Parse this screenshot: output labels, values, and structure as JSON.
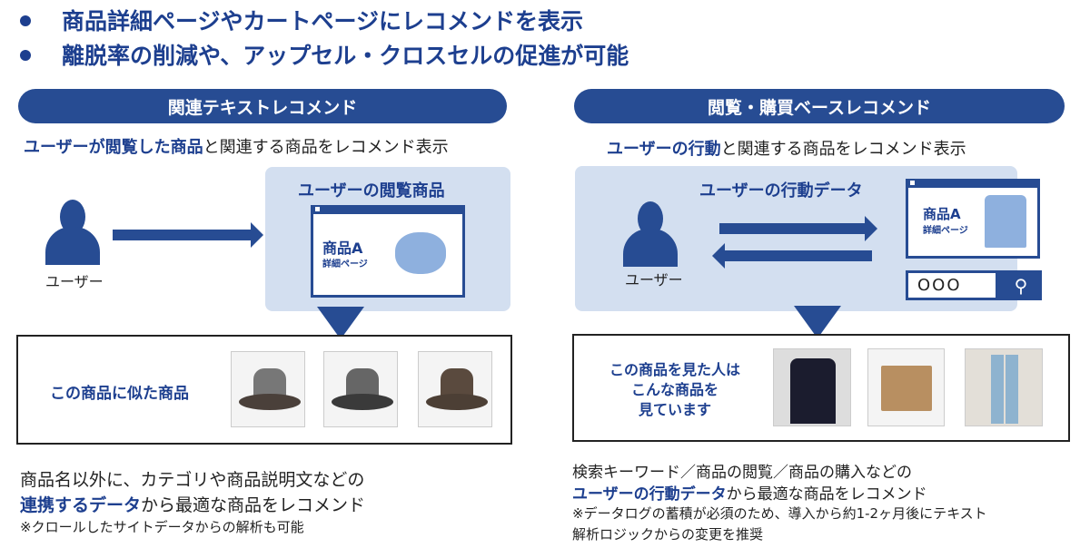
{
  "bullets": [
    "商品詳細ページやカートページにレコメンドを表示",
    "離脱率の削減や、アップセル・クロスセルの促進が可能"
  ],
  "left": {
    "pill": "関連テキストレコメンド",
    "subtitle_bold": "ユーザーが閲覧した商品",
    "subtitle_rest": "と関連する商品をレコメンド表示",
    "box_title": "ユーザーの閲覧商品",
    "product_name": "商品A",
    "product_page": "詳細ページ",
    "user_label": "ユーザー",
    "result_label": "この商品に似た商品",
    "desc_line1": "商品名以外に、カテゴリや商品説明文などの",
    "desc_bold": "連携するデータ",
    "desc_rest": "から最適な商品をレコメンド",
    "note": "※クロールしたサイトデータからの解析も可能"
  },
  "right": {
    "pill": "閲覧・購買ベースレコメンド",
    "subtitle_bold": "ユーザーの行動",
    "subtitle_rest": "と関連する商品をレコメンド表示",
    "box_title": "ユーザーの行動データ",
    "product_name": "商品A",
    "product_page": "詳細ページ",
    "user_label": "ユーザー",
    "search_value": "OOO",
    "result_line1": "この商品を見た人は",
    "result_line2": "こんな商品を",
    "result_line3": "見ています",
    "desc_line1": "検索キーワード／商品の閲覧／商品の購入などの",
    "desc_bold": "ユーザーの行動データ",
    "desc_rest": "から最適な商品をレコメンド",
    "note_line1": "※データログの蓄積が必須のため、導入から約1-2ヶ月後にテキスト",
    "note_line2": "解析ロジックからの変更を推奨"
  },
  "colors": {
    "navy": "#1d3f8f",
    "pill": "#274c93",
    "light": "#d3dff0"
  }
}
